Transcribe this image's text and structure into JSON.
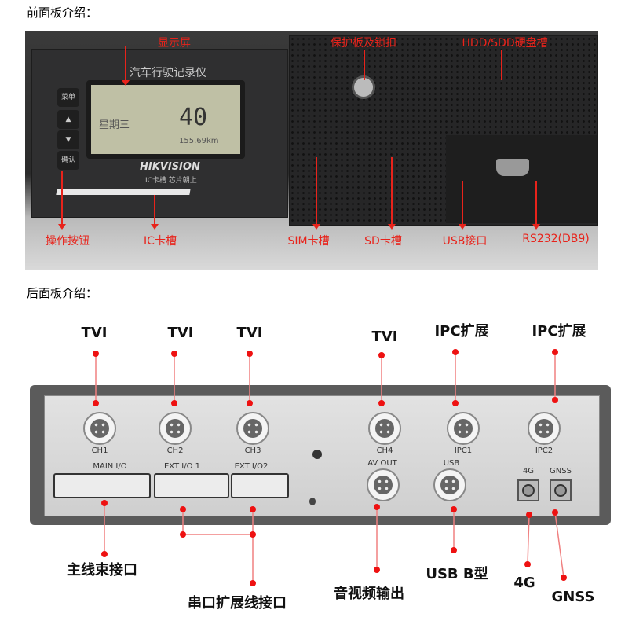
{
  "front": {
    "heading": "前面板介绍：",
    "device_title": "汽车行驶记录仪",
    "brand": "HIKVISION",
    "card_note": "IC卡槽 芯片朝上",
    "buttons": [
      "菜单",
      "▲",
      "▼",
      "确认"
    ],
    "lcd": {
      "day": "星期三",
      "speed": "40",
      "odometer": "155.69km"
    },
    "labels": {
      "display": "显示屏",
      "lock": "保护板及锁扣",
      "hdd": "HDD/SDD硬盘槽",
      "buttons": "操作按钮",
      "ic": "IC卡槽",
      "sim": "SIM卡槽",
      "sd": "SD卡槽",
      "usb": "USB接口",
      "rs232": "RS232(DB9)"
    }
  },
  "rear": {
    "heading": "后面板介绍：",
    "top_labels": [
      "TVI",
      "TVI",
      "TVI",
      "TVI",
      "IPC扩展",
      "IPC扩展"
    ],
    "ports": [
      "CH1",
      "CH2",
      "CH3",
      "CH4",
      "IPC1",
      "IPC2"
    ],
    "io": [
      "MAIN  I/O",
      "EXT I/O 1",
      "EXT I/O2"
    ],
    "av_out": "AV  OUT",
    "usb": "USB",
    "antennas": [
      "4G",
      "GNSS"
    ],
    "bottom_labels": {
      "main": "主线束接口",
      "serial": "串口扩展线接口",
      "av": "音视频输出",
      "usb": "USB B型",
      "g4": "4G",
      "gnss": "GNSS"
    }
  }
}
